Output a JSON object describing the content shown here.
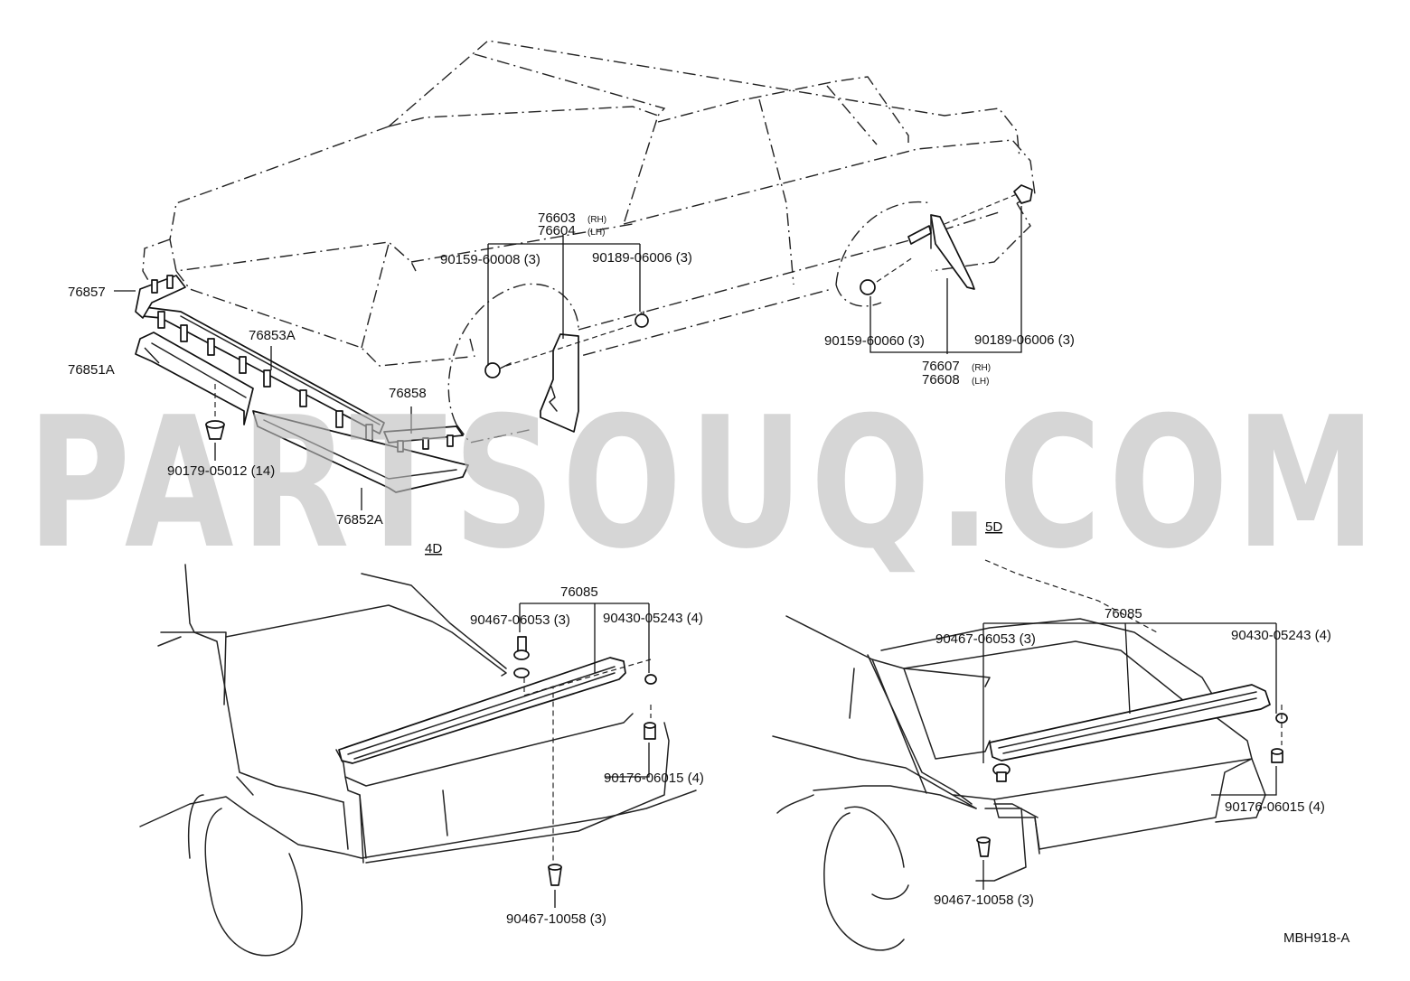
{
  "watermark": "PARTSOUQ.COM",
  "sections": {
    "four_door": "4D",
    "five_door": "5D"
  },
  "labels": {
    "p76857": "76857",
    "p76853A": "76853A",
    "p76851A": "76851A",
    "p76858": "76858",
    "p90179": "90179-05012 (14)",
    "p76852A": "76852A",
    "p76603": "76603",
    "p76603_suffix": "(RH)",
    "p76604": "76604",
    "p76604_suffix": "(LH)",
    "p90159_60008": "90159-60008 (3)",
    "p90189_06006_front": "90189-06006 (3)",
    "p90159_60060": "90159-60060 (3)",
    "p90189_06006_rear": "90189-06006 (3)",
    "p76607": "76607",
    "p76607_suffix": "(RH)",
    "p76608": "76608",
    "p76608_suffix": "(LH)",
    "p76085_4d": "76085",
    "p90467_06053_4d": "90467-06053 (3)",
    "p90430_05243_4d": "90430-05243 (4)",
    "p90176_06015_4d": "90176-06015 (4)",
    "p90467_10058_4d": "90467-10058 (3)",
    "p76085_5d": "76085",
    "p90467_06053_5d": "90467-06053 (3)",
    "p90430_05243_5d": "90430-05243 (4)",
    "p90176_06015_5d": "90176-06015 (4)",
    "p90467_10058_5d": "90467-10058 (3)"
  },
  "figure_code": "MBH918-A"
}
